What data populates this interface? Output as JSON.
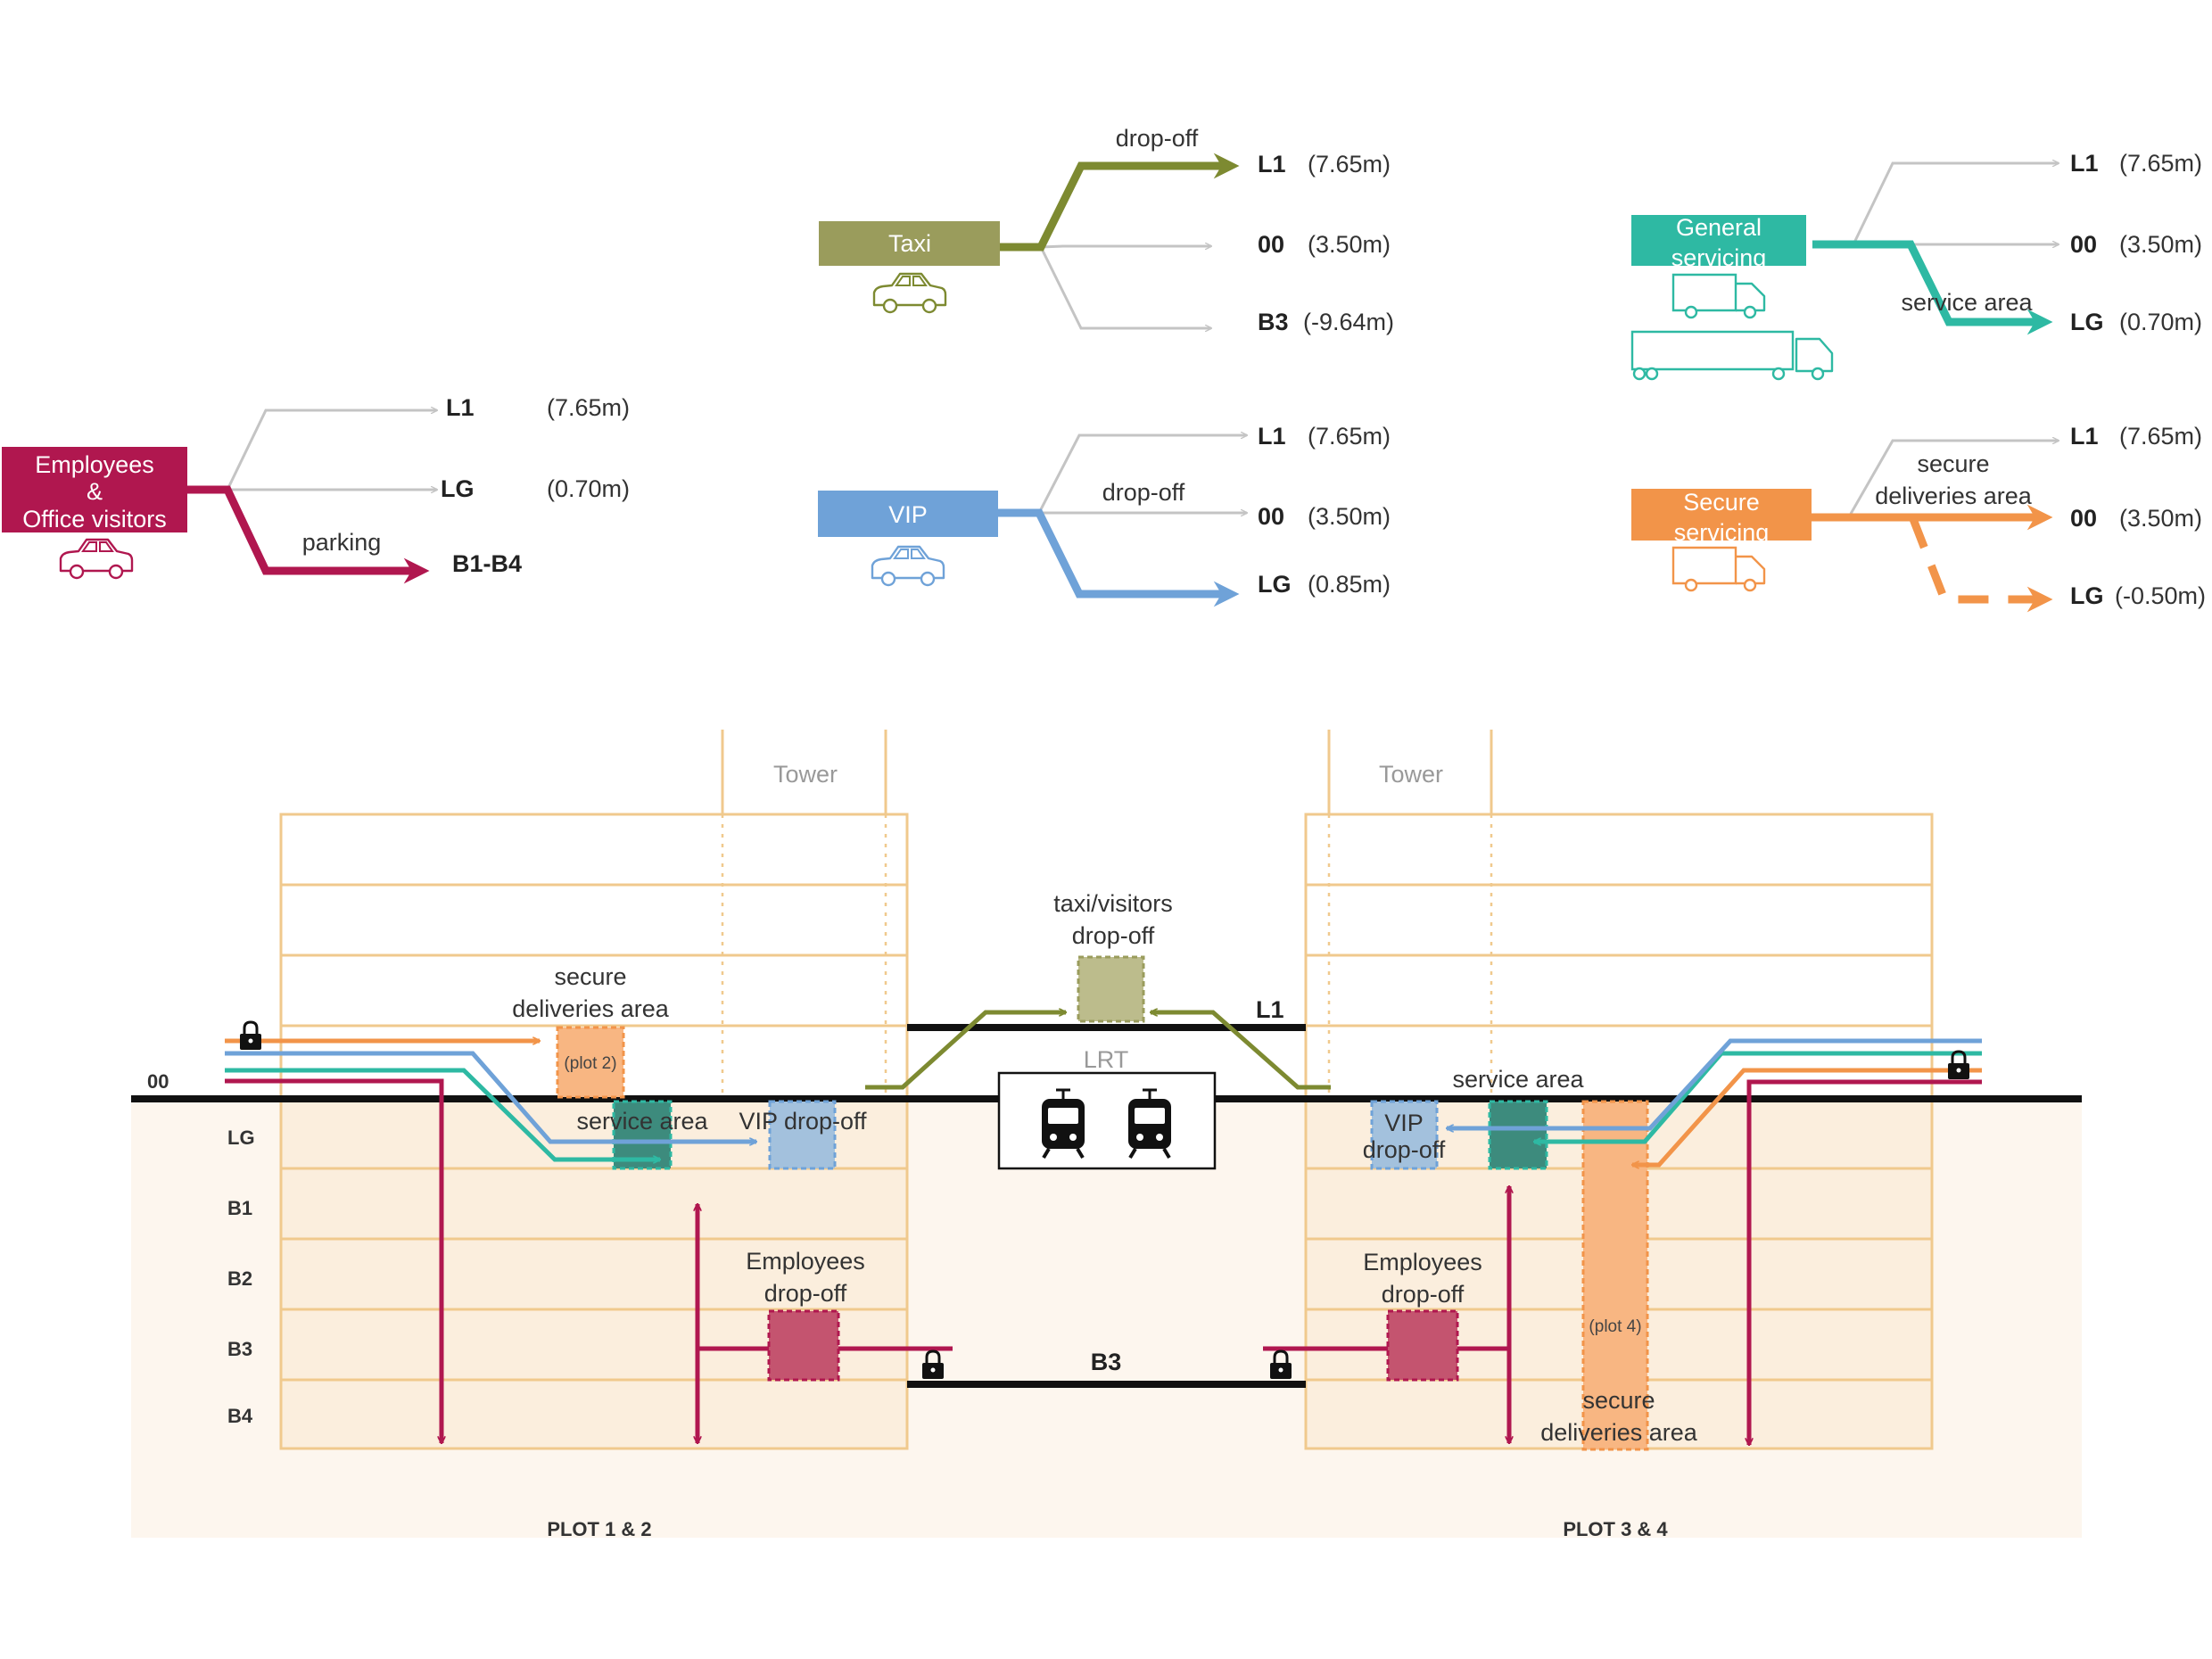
{
  "colors": {
    "employees": "#b0174f",
    "taxi": "#7d8a31",
    "taxi_box": "#9a9c5c",
    "vip": "#6fa2d8",
    "general": "#2eb9a3",
    "secure": "#f29449",
    "structure": "#f0c98d",
    "basement": "#fbeedd",
    "grey_route": "#c4c4c4"
  },
  "employees_legend": {
    "title_lines": [
      "Employees",
      "&",
      "Office visitors"
    ],
    "icon": "car-icon",
    "route_label": "parking",
    "routes": [
      {
        "level": "L1",
        "height": "(7.65m)"
      },
      {
        "level": "LG",
        "height": "(0.70m)"
      },
      {
        "level": "B1-B4",
        "height": ""
      }
    ]
  },
  "taxi_legend": {
    "title": "Taxi",
    "icon": "car-icon",
    "route_label": "drop-off",
    "routes": [
      {
        "level": "L1",
        "height": "(7.65m)"
      },
      {
        "level": "00",
        "height": "(3.50m)"
      },
      {
        "level": "B3",
        "height": "(-9.64m)"
      }
    ]
  },
  "vip_legend": {
    "title": "VIP",
    "icon": "car-icon",
    "route_label": "drop-off",
    "routes": [
      {
        "level": "L1",
        "height": "(7.65m)"
      },
      {
        "level": "00",
        "height": "(3.50m)"
      },
      {
        "level": "LG",
        "height": "(0.85m)"
      }
    ]
  },
  "general_legend": {
    "title_lines": [
      "General",
      "servicing"
    ],
    "icons": [
      "van-icon",
      "truck-icon"
    ],
    "route_label": "service area",
    "routes": [
      {
        "level": "L1",
        "height": "(7.65m)"
      },
      {
        "level": "00",
        "height": "(3.50m)"
      },
      {
        "level": "LG",
        "height": "(0.70m)"
      }
    ]
  },
  "secure_legend": {
    "title_lines": [
      "Secure",
      "servicing"
    ],
    "icon": "van-icon",
    "route_label_lines": [
      "secure",
      "deliveries area"
    ],
    "routes": [
      {
        "level": "L1",
        "height": "(7.65m)"
      },
      {
        "level": "00",
        "height": "(3.50m)"
      },
      {
        "level": "LG",
        "height": "(-0.50m)"
      }
    ]
  },
  "section": {
    "level_labels": [
      "00",
      "LG",
      "B1",
      "B2",
      "B3",
      "B4"
    ],
    "tower_label": "Tower",
    "plots": [
      "PLOT 1 & 2",
      "PLOT 3 & 4"
    ],
    "lrt": {
      "label": "LRT",
      "icon": "tram-icon"
    },
    "taxi_dropoff_lines": [
      "taxi/visitors",
      "drop-off"
    ],
    "l1_label": "L1",
    "b3_label": "B3",
    "left": {
      "secure_lines": [
        "secure",
        "deliveries area"
      ],
      "plot_tag": "(plot 2)",
      "service_area": "service area",
      "vip_dropoff": "VIP drop-off",
      "employees_lines": [
        "Employees",
        "drop-off"
      ]
    },
    "right": {
      "service_area": "service area",
      "vip_lines": [
        "VIP",
        "drop-off"
      ],
      "employees_lines": [
        "Employees",
        "drop-off"
      ],
      "plot_tag": "(plot 4)",
      "secure_lines": [
        "secure",
        "deliveries area"
      ]
    },
    "lock_icon": "lock-icon"
  }
}
